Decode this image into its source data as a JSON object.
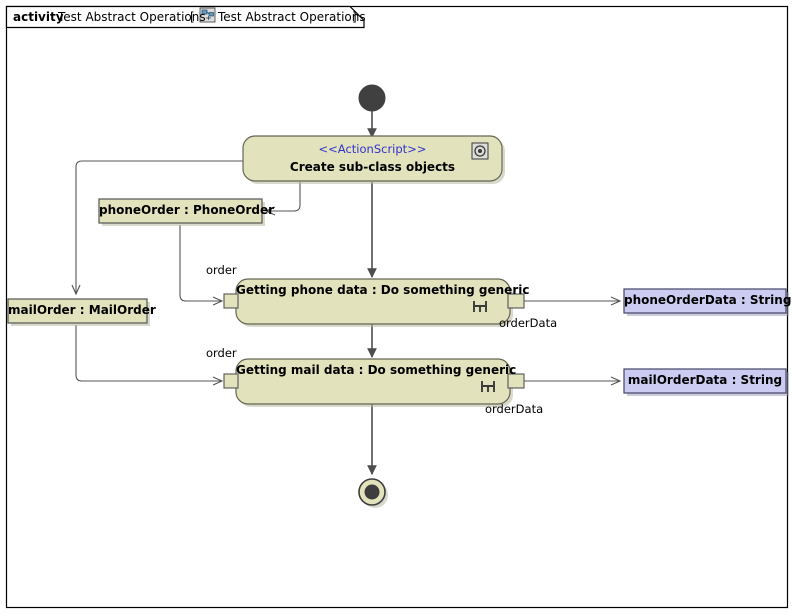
{
  "frame": {
    "keyword": "activity",
    "name": "Test Abstract Operations",
    "bracket_open": "[",
    "bracket_close": "]",
    "diagram_name": "Test Abstract Operations",
    "icon": "activity-diagram-icon",
    "border_color": "#000000",
    "background": "#ffffff"
  },
  "nodes": {
    "initial": {
      "name": "initial-node",
      "type": "initial",
      "color": "#404040"
    },
    "final": {
      "name": "activity-final-node",
      "type": "activity-final",
      "ring_color": "#e2e2bd",
      "center_color": "#3d3d3d"
    },
    "create_action": {
      "stereotype": "<<ActionScript>>",
      "title": "Create sub-class objects",
      "icon": "action-script-icon",
      "fill": "#e2e2bd",
      "stroke": "#666655"
    },
    "phone_action": {
      "title": "Getting phone data : Do something generic",
      "icon": "rake-icon",
      "fill": "#e2e2bd",
      "stroke": "#666655",
      "input_pin_label": "order",
      "output_pin_label": "orderData"
    },
    "mail_action": {
      "title": "Getting mail data : Do something generic",
      "icon": "rake-icon",
      "fill": "#e2e2bd",
      "stroke": "#666655",
      "input_pin_label": "order",
      "output_pin_label": "orderData"
    }
  },
  "objects": {
    "phone_order": {
      "label": "phoneOrder : PhoneOrder",
      "fill": "#e2e2bd",
      "stroke": "#555555"
    },
    "mail_order": {
      "label": "mailOrder : MailOrder",
      "fill": "#e2e2bd",
      "stroke": "#555555"
    },
    "phone_order_data": {
      "label": "phoneOrderData : String",
      "fill": "#ccccf2",
      "stroke": "#444466"
    },
    "mail_order_data": {
      "label": "mailOrderData : String",
      "fill": "#ccccf2",
      "stroke": "#444466"
    }
  },
  "edges": {
    "stroke": "#555555",
    "flow_stroke": "#4d4d4d"
  }
}
